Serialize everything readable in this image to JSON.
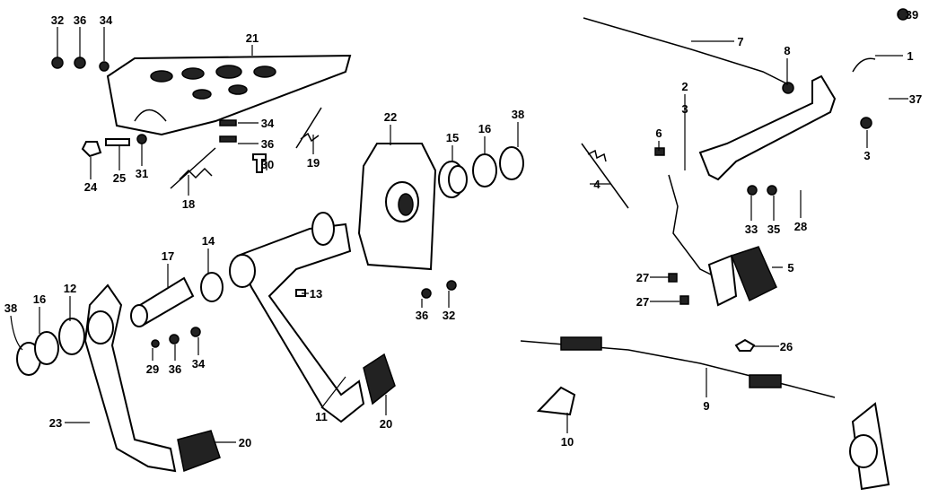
{
  "title": "Pedal assembly exploded parts diagram",
  "callouts": [
    "32",
    "36",
    "34",
    "21",
    "34",
    "36",
    "19",
    "30",
    "31",
    "25",
    "24",
    "18",
    "22",
    "15",
    "16",
    "38",
    "17",
    "14",
    "13",
    "12",
    "16",
    "38",
    "29",
    "36",
    "34",
    "23",
    "20",
    "11",
    "20",
    "36",
    "32",
    "39",
    "7",
    "8",
    "1",
    "2",
    "3",
    "6",
    "37",
    "3",
    "4",
    "33",
    "35",
    "28",
    "5",
    "27",
    "27",
    "26",
    "9",
    "10"
  ]
}
